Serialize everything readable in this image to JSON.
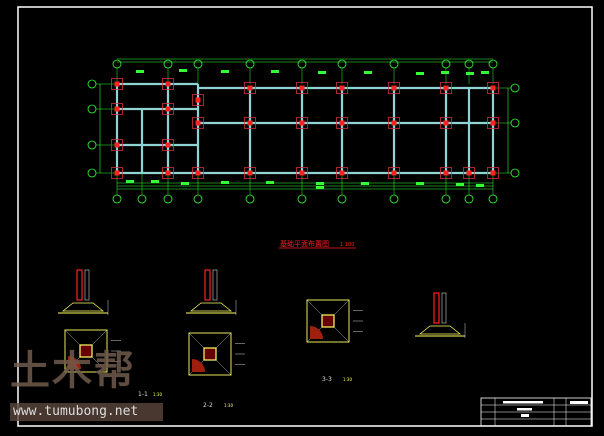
{
  "drawing": {
    "plan_title": "基础平面布置图",
    "plan_scale": "1:100",
    "sections": [
      {
        "label": "1-1",
        "scale": "1:30"
      },
      {
        "label": "2-2",
        "scale": "1:30"
      },
      {
        "label": "3-3",
        "scale": "1:30"
      }
    ]
  },
  "watermark": {
    "logo": "土木帮",
    "url": "www.tumubong.net"
  },
  "colors": {
    "background": "#000000",
    "grid": "#33ff33",
    "beam": "#8fd3d3",
    "column": "#ff2020",
    "frame": "#ffffff",
    "detail": "#ffff66"
  }
}
